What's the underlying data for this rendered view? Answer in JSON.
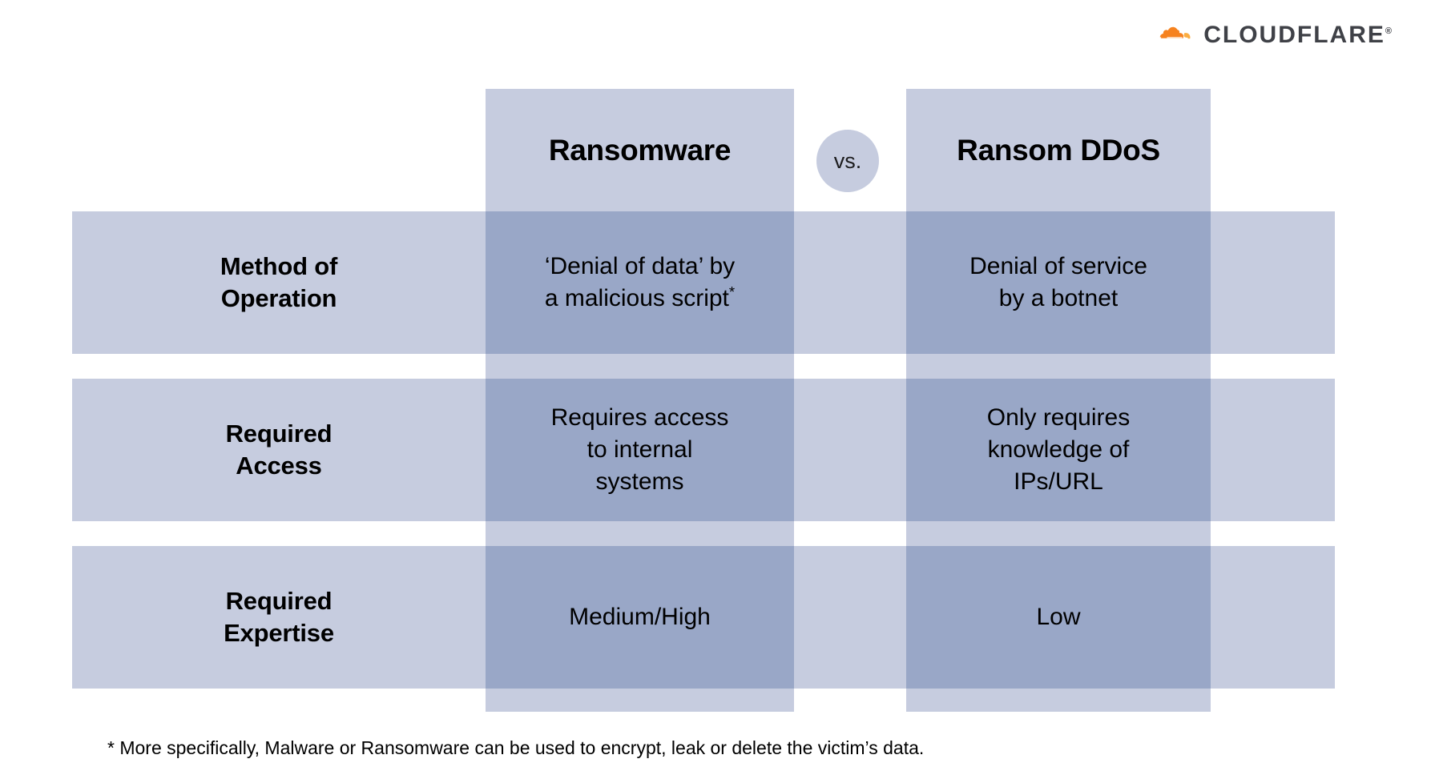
{
  "brand": {
    "name": "CLOUDFLARE",
    "registered_mark": "®",
    "logo_icon": "cloudflare-cloud-icon",
    "orange_dark": "#f6821f",
    "orange_light": "#fbad41",
    "wordmark_color": "#3f4147"
  },
  "theme": {
    "band_light": "#c6ccdf",
    "band_overlap": "#99a7c7",
    "background": "#ffffff",
    "text": "#000000"
  },
  "comparison": {
    "vs_label": "vs.",
    "columns": [
      {
        "id": "ransomware",
        "label": "Ransomware"
      },
      {
        "id": "ransom-ddos",
        "label": "Ransom DDoS"
      }
    ],
    "rows": [
      {
        "id": "method-of-operation",
        "label": "Method of\nOperation",
        "label_line1": "Method of",
        "label_line2": "Operation",
        "cells": [
          {
            "text": "‘Denial of data’ by\na malicious script",
            "line1": "‘Denial of data’ by",
            "line2": "a malicious script",
            "footnote_marker": "*"
          },
          {
            "text": "Denial of service\nby a botnet",
            "line1": "Denial of service",
            "line2": "by a botnet",
            "footnote_marker": ""
          }
        ]
      },
      {
        "id": "required-access",
        "label": "Required\nAccess",
        "label_line1": "Required",
        "label_line2": "Access",
        "cells": [
          {
            "text": "Requires access\nto internal\nsystems",
            "line1": "Requires access",
            "line2": "to internal",
            "line3": "systems",
            "footnote_marker": ""
          },
          {
            "text": "Only requires\nknowledge of\nIPs/URL",
            "line1": "Only requires",
            "line2": "knowledge of",
            "line3": "IPs/URL",
            "footnote_marker": ""
          }
        ]
      },
      {
        "id": "required-expertise",
        "label": "Required\nExpertise",
        "label_line1": "Required",
        "label_line2": "Expertise",
        "cells": [
          {
            "text": "Medium/High",
            "line1": "Medium/High",
            "footnote_marker": ""
          },
          {
            "text": "Low",
            "line1": "Low",
            "footnote_marker": ""
          }
        ]
      }
    ]
  },
  "footnote": {
    "text": "* More specifically, Malware or Ransomware can be used to encrypt, leak or delete the victim’s data."
  }
}
